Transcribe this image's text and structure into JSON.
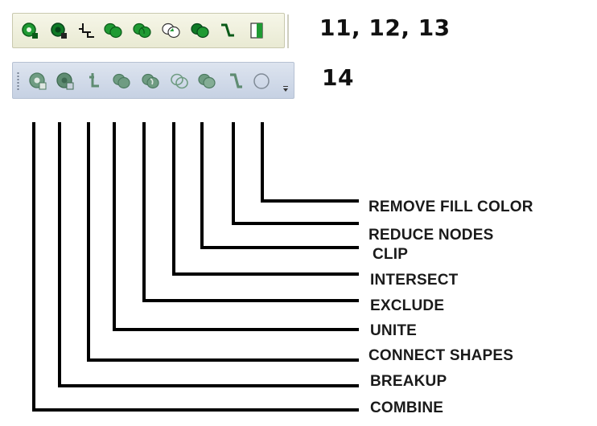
{
  "toolbar_labels": {
    "first": "11, 12, 13",
    "second": "14"
  },
  "colors": {
    "icon_green": "#1f9a33",
    "icon_dark_green": "#0a5a18",
    "icon_faded": "#6f9c82",
    "toolbar1_bg": "#efefdf",
    "toolbar2_bg": "#d1d9e8"
  },
  "tools": [
    {
      "icon": "combine-icon",
      "label": "COMBINE"
    },
    {
      "icon": "breakup-icon",
      "label": "BREAKUP"
    },
    {
      "icon": "connect-shapes-icon",
      "label": "CONNECT SHAPES"
    },
    {
      "icon": "unite-icon",
      "label": "UNITE"
    },
    {
      "icon": "exclude-icon",
      "label": "EXCLUDE"
    },
    {
      "icon": "intersect-icon",
      "label": "INTERSECT"
    },
    {
      "icon": "clip-icon",
      "label": "CLIP"
    },
    {
      "icon": "reduce-nodes-icon",
      "label": "REDUCE NODES"
    },
    {
      "icon": "remove-fill-color-icon",
      "label": "REMOVE FILL COLOR"
    }
  ]
}
